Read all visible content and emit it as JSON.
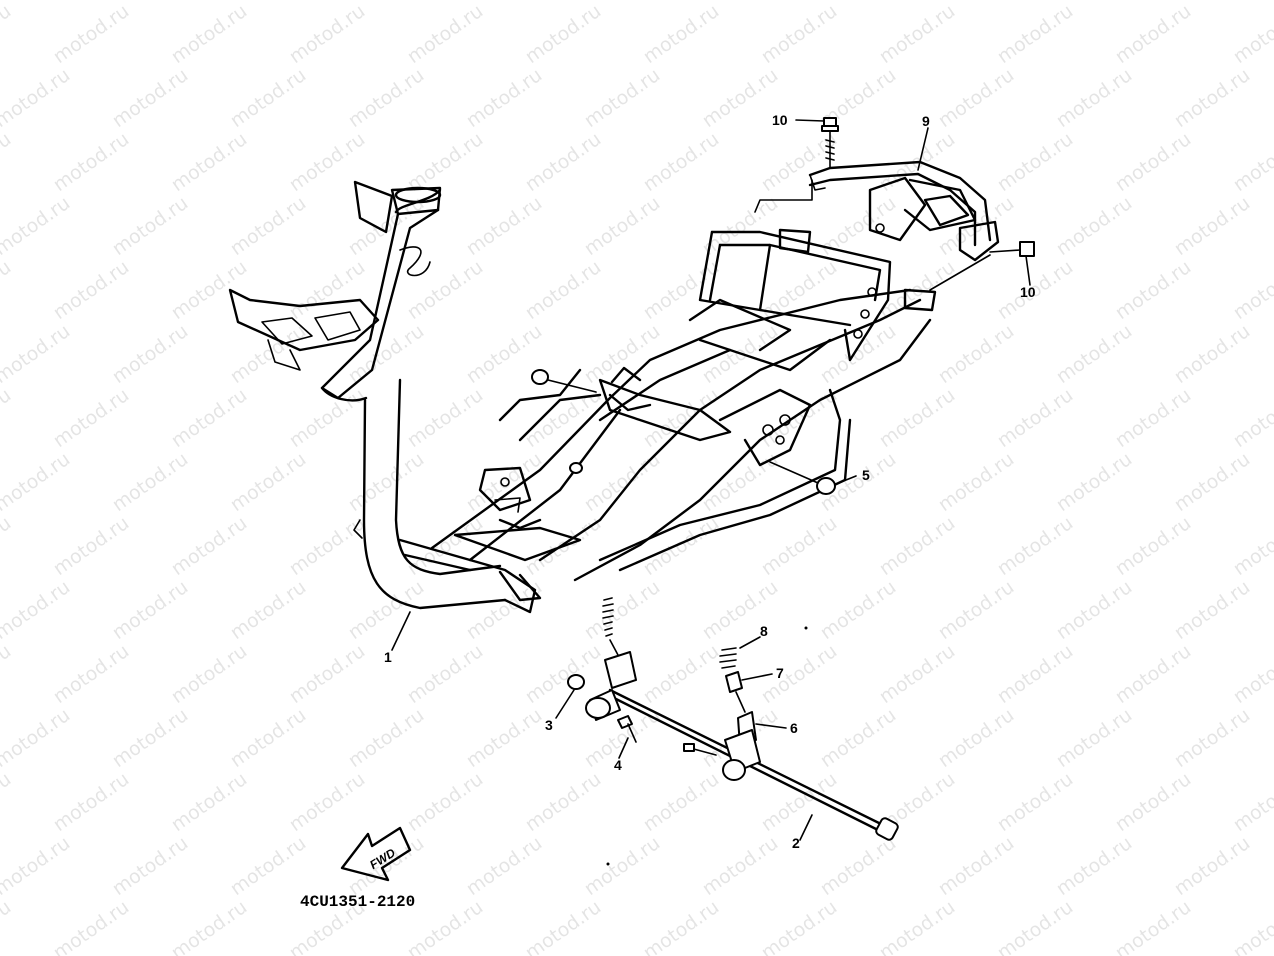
{
  "watermark": "motod.ru",
  "part_code": "4CU1351-2120",
  "fwd_label": "FWD",
  "callouts": [
    {
      "id": "1",
      "label": "1"
    },
    {
      "id": "2",
      "label": "2"
    },
    {
      "id": "3",
      "label": "3"
    },
    {
      "id": "4",
      "label": "4"
    },
    {
      "id": "5",
      "label": "5"
    },
    {
      "id": "6",
      "label": "6"
    },
    {
      "id": "7",
      "label": "7"
    },
    {
      "id": "8",
      "label": "8"
    },
    {
      "id": "9",
      "label": "9"
    },
    {
      "id": "10a",
      "label": "10"
    },
    {
      "id": "10b",
      "label": "10"
    }
  ]
}
